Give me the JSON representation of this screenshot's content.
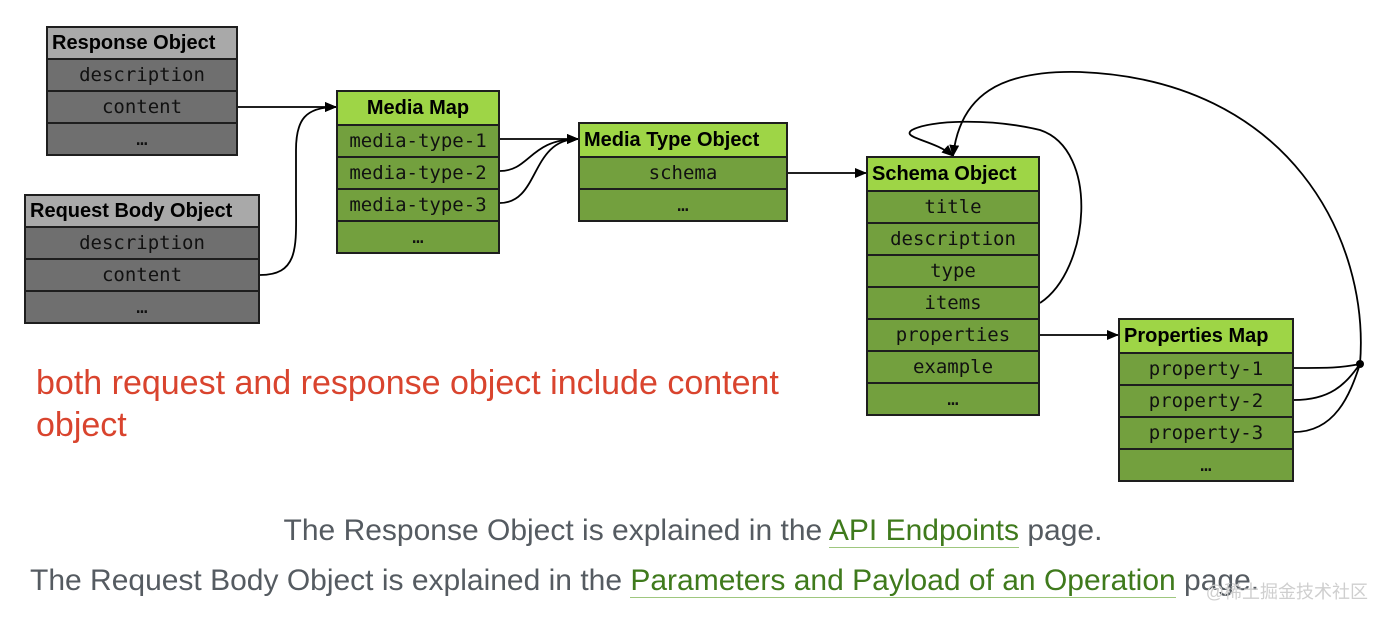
{
  "response_object": {
    "title": "Response Object",
    "rows": [
      "description",
      "content",
      "…"
    ]
  },
  "request_body_object": {
    "title": "Request Body Object",
    "rows": [
      "description",
      "content",
      "…"
    ]
  },
  "media_map": {
    "title": "Media Map",
    "rows": [
      "media-type-1",
      "media-type-2",
      "media-type-3",
      "…"
    ]
  },
  "media_type_object": {
    "title": "Media Type Object",
    "rows": [
      "schema",
      "…"
    ]
  },
  "schema_object": {
    "title": "Schema Object",
    "rows": [
      "title",
      "description",
      "type",
      "items",
      "properties",
      "example",
      "…"
    ]
  },
  "properties_map": {
    "title": "Properties Map",
    "rows": [
      "property-1",
      "property-2",
      "property-3",
      "…"
    ]
  },
  "note": "both request and response object include content object",
  "caption1": {
    "before": "The Response Object is explained in the ",
    "link": "API Endpoints",
    "after": " page."
  },
  "caption2": {
    "before": "The Request Body Object is explained in the ",
    "link": "Parameters and Payload of an Operation",
    "after": " page."
  },
  "watermark": "@稀土掘金技术社区",
  "colors": {
    "gray_header": "#a9a9a9",
    "gray_row": "#6f6f6f",
    "green_header": "#9ed546",
    "green_row": "#73a03e",
    "note": "#d9442e",
    "link": "#3f7a1c"
  }
}
